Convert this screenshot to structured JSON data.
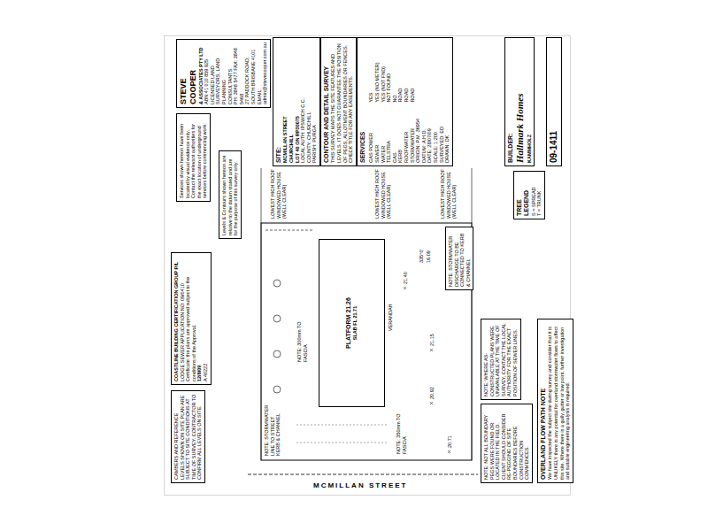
{
  "diagram": {
    "nodes": [
      {
        "text": [
          "STEVE COOPER",
          "& ASSOCIATES PTY LTD",
          "ABN 41 010 859 925",
          "LICENSED LAND SURVEYORS, LAND PLANNING CONSULTANTS.",
          "PH: 3848 5477 FAX: 3848 5468",
          "27 PADDOCK ROAD, SOUTH BRISBANE 4101",
          "EMAIL: admin@stevecooper.com.au"
        ]
      },
      {
        "text": [
          "SITE:",
          "MCMILLAN STREET",
          "CHURCHILL",
          "LOT 40 ON RP30075",
          "LOCAL AUTH: IPSWICH C.C.",
          "COUNTY: CHURCHILL",
          "PARISH: PURGA"
        ]
      },
      {
        "text": [
          "CONTOUR AND DETAIL SURVEY",
          "THIS SURVEY MAPS THE SITE FEATURES AND LEVELS. IT DOES NOT GUARANTEE THE POSITION OF PEGS, ALLOTMENT BOUNDARIES OR FENCES. CHECK TITLE FOR ANY EASEMENTS."
        ]
      },
      {
        "text": [
          "SERVICES"
        ]
      },
      {
        "text": [
          "BUILDER:",
          "Hallmark Homes",
          "KAMMHOLZ"
        ]
      },
      {
        "text": [
          "09-1411"
        ]
      },
      {
        "text": [
          "Services shown hereon have been located by visual evidence only. Contact the relevant authorities for the exact location of underground services before commencing work."
        ]
      },
      {
        "text": [
          "Levels & Contours shown hereon are relative to the datum stated and are for the purpose of this survey only."
        ]
      },
      {
        "text": [
          "COASTLINE BUILDING CERTIFICATION GROUP P/L",
          "LODGE SEWER APPLICATION NO: 09/0410",
          "Certificate: the plans are approved subject to the conditions of the Approval.",
          "12/8/09",
          "A 40222"
        ]
      },
      {
        "text": [
          "CAMBERS AND REFERENCE LEVELS SHOWN ON SITE PLAN ARE SUBJECT TO SITE CONDITIONS AT TIME OF SURVEY. CONTRACTOR TO CONFIRM ALL LEVELS ON SITE."
        ]
      },
      {
        "text": [
          "PLATFORM 21.26",
          "SLAB FL 21.71"
        ]
      },
      {
        "text": [
          "NOTE: STORMWATER DISCHARGE TO BE CONNECTED TO KERB & CHANNEL"
        ]
      },
      {
        "text": [
          "OVERLAND FLOW PATH NOTE",
          "We have inspected the subject site during survey and consider that it is UNLIKELY there is any potential for overland stormwater flows to affect this site. Where there is a gully, gutter or low point, further investigation and suitable engineering analysis is required."
        ]
      },
      {
        "text": [
          "NOTE: WHERE AS-CONSTRUCTED PLANS WERE UNAVAILABLE AT THE TIME OF SURVEY, CONTACT THE LOCAL AUTHORITY FOR THE EXACT POSITION OF SEWER LINES."
        ]
      },
      {
        "text": [
          "NOTE: NOT ALL BOUNDARY PEGS WERE FOUND OR LOCATED IN THE FIELD. CLIENT SHOULD CONSIDER RE-PEGGING OF SITE BOUNDARIES BEFORE CONSTRUCTION COMMENCES."
        ]
      },
      {
        "text": [
          "TREE LEGEND"
        ]
      }
    ],
    "labels": [
      "GAS POWER",
      "YES",
      "SEWER",
      "YES (NO METER)",
      "WATER",
      "YES (NOT FND)",
      "TELSTRA",
      "NOT FOUND",
      "GAS",
      "NO",
      "KERB",
      "ROAD",
      "ROOFWATER",
      "ROAD",
      "STORMWATER",
      "ROAD",
      "ORIGIN: P.M. 36954",
      "DATUM: A.H.D.",
      "DATE: 28/07/09",
      "SCALE: 1:200",
      "SURVEYED: ED",
      "DRAWN: DK",
      "335°0'",
      "16.09",
      "LOWEST HIGH ROOF WINDOWED HOUSE (WELL CLEAR)",
      "LOWEST HIGH ROOF WINDOWED HOUSE (WELL CLEAR)",
      "LOWEST HIGH ROOF WINDOWED HOUSE (WELL CLEAR)",
      "VERANDAH",
      "NOTE: 350mm TO FASCIA",
      "NOTE: 300mm TO FASCIA",
      "NOTE: STORMWATER LINE TO STREET KERB & CHANNEL",
      "21.40",
      "21.15",
      "20.92",
      "20.71",
      "S = SPREAD",
      "T = TRUNK",
      "MCMILLAN STREET"
    ]
  }
}
